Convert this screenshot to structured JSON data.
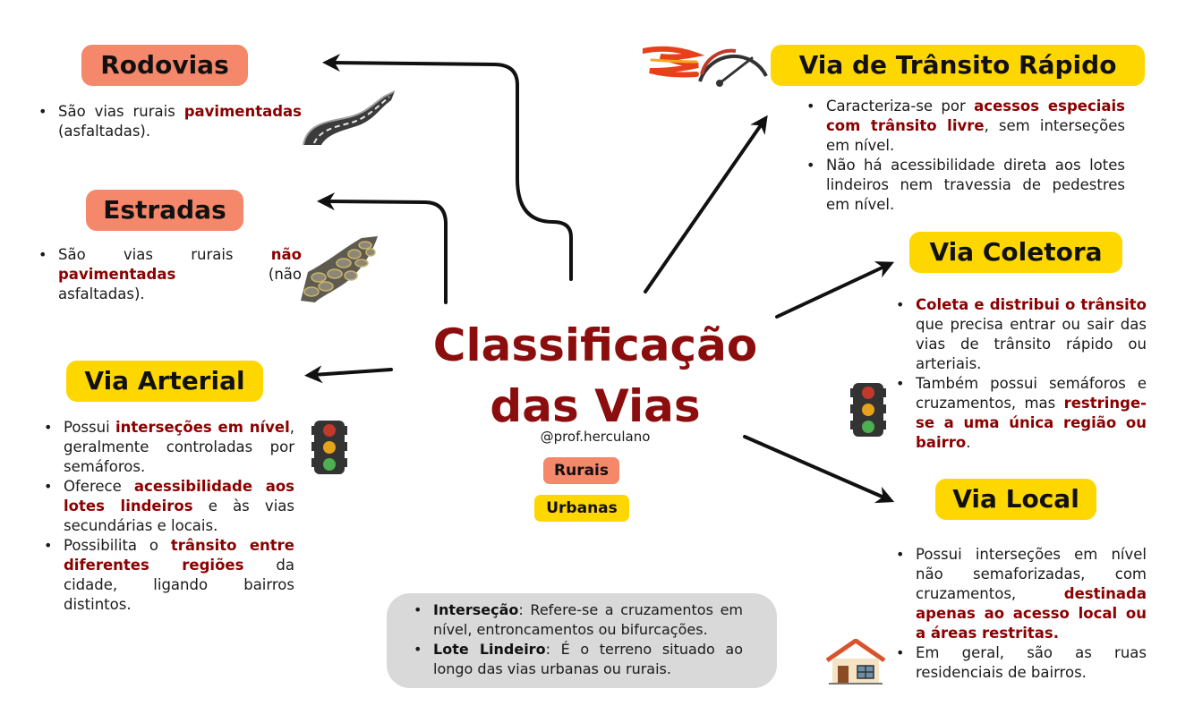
{
  "center": {
    "title_line1": "Classificação",
    "title_line2": "das Vias",
    "handle": "@prof.herculano",
    "tag_rurais": "Rurais",
    "tag_urbanas": "Urbanas"
  },
  "rodovias": {
    "title": "Rodovias",
    "b1_pre": "São vias rurais ",
    "b1_hl": "pavimentadas",
    "b1_post": " (asfaltadas)."
  },
  "estradas": {
    "title": "Estradas",
    "b1_pre": "São vias rurais ",
    "b1_hl": "não pavimentadas",
    "b1_post": " (não asfaltadas)."
  },
  "arterial": {
    "title": "Via Arterial",
    "b1_pre": "Possui ",
    "b1_hl": "interseções em nível",
    "b1_post": ", geralmente controladas por semáforos.",
    "b2_pre": "Oferece ",
    "b2_hl": "acessibilidade aos lotes lindeiros",
    "b2_post": " e às vias secundárias e locais.",
    "b3_pre": "Possibilita o ",
    "b3_hl": "trânsito entre diferentes regiões",
    "b3_post": " da cidade, ligando bairros distintos."
  },
  "rapido": {
    "title": "Via de Trânsito Rápido",
    "b1_pre": "Caracteriza-se por ",
    "b1_hl": "acessos especiais com trânsito livre",
    "b1_post": ", sem interseções em nível.",
    "b2": "Não há acessibilidade direta aos lotes lindeiros nem travessia de pedestres em nível."
  },
  "coletora": {
    "title": "Via Coletora",
    "b1_hl": "Coleta e distribui o trânsito",
    "b1_post": " que precisa entrar ou sair das vias de trânsito rápido ou arteriais.",
    "b2_pre": "Também possui semáforos e cruzamentos, mas ",
    "b2_hl": "restringe-se a uma única região ou bairro",
    "b2_post": "."
  },
  "local": {
    "title": "Via Local",
    "b1_pre": "Possui interseções em nível não semaforizadas, com cruzamentos, ",
    "b1_hl": "destinada apenas ao acesso local ou a áreas restritas.",
    "b2": "Em geral, são as ruas residenciais de bairros."
  },
  "glossary": {
    "i1_term": "Interseção",
    "i1_text": ": Refere-se a cruzamentos em nível, entroncamentos ou bifurcações.",
    "i2_term": "Lote Lindeiro",
    "i2_text": ": É o terreno situado ao longo das vias urbanas ou rurais."
  },
  "colors": {
    "salmon": "#f5876a",
    "yellow": "#ffd700",
    "highlight": "#8b0000",
    "title": "#8b0d0d",
    "glossary_bg": "#d9d9d9"
  },
  "icons": [
    "road-icon",
    "cobblestone-road-icon",
    "traffic-light-icon",
    "speedometer-icon",
    "house-icon"
  ]
}
